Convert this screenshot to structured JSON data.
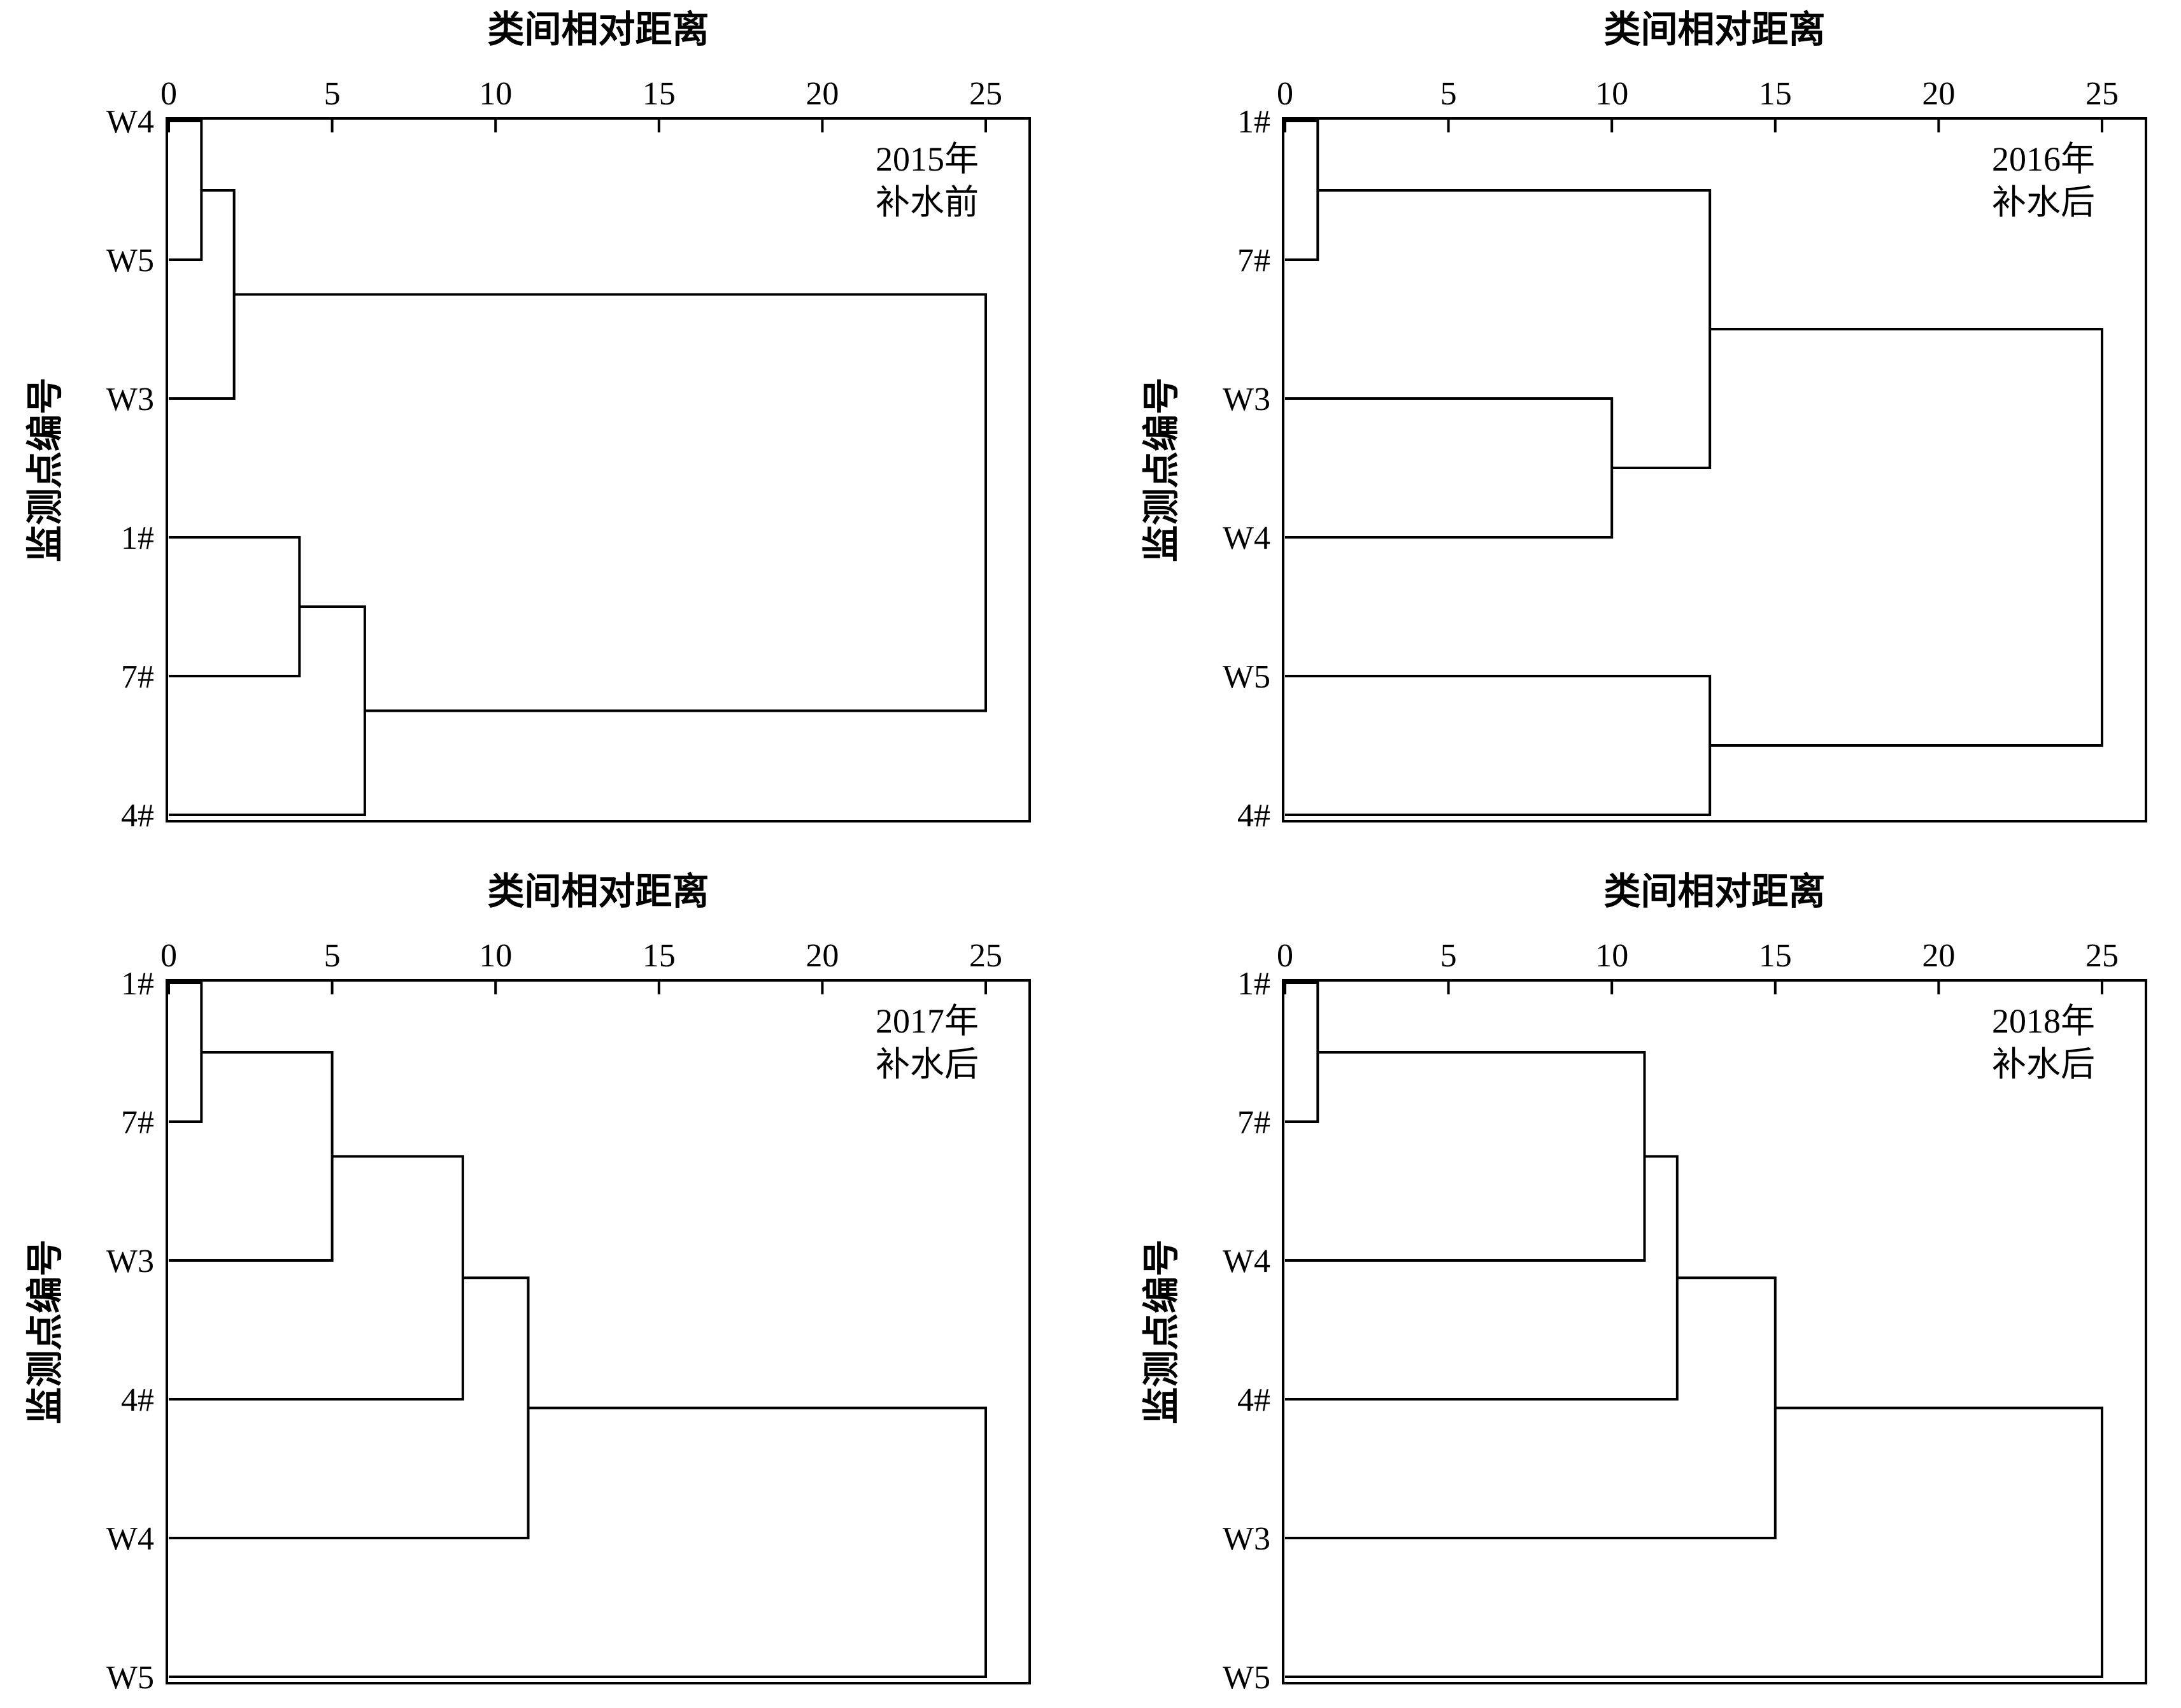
{
  "chart_data": [
    {
      "type": "dendrogram",
      "title": "",
      "xlabel": "类间相对距离",
      "ylabel": "监测点编号",
      "xlim": [
        0,
        25
      ],
      "xticks": [
        "0",
        "5",
        "10",
        "15",
        "20",
        "25"
      ],
      "annotation": [
        "2015年",
        "补水前"
      ],
      "leaves": [
        "W4",
        "W5",
        "W3",
        "1#",
        "7#",
        "4#"
      ],
      "merges": [
        {
          "a": "W4",
          "b": "W5",
          "distance": 1
        },
        {
          "a": "W4+W5",
          "b": "W3",
          "distance": 2
        },
        {
          "a": "1#",
          "b": "7#",
          "distance": 4
        },
        {
          "a": "1#+7#",
          "b": "4#",
          "distance": 6
        },
        {
          "a": "W4+W5+W3",
          "b": "1#+7#+4#",
          "distance": 25
        }
      ]
    },
    {
      "type": "dendrogram",
      "title": "",
      "xlabel": "类间相对距离",
      "ylabel": "监测点编号",
      "xlim": [
        0,
        25
      ],
      "xticks": [
        "0",
        "5",
        "10",
        "15",
        "20",
        "25"
      ],
      "annotation": [
        "2016年",
        "补水后"
      ],
      "leaves": [
        "1#",
        "7#",
        "W3",
        "W4",
        "W5",
        "4#"
      ],
      "merges": [
        {
          "a": "1#",
          "b": "7#",
          "distance": 1
        },
        {
          "a": "W3",
          "b": "W4",
          "distance": 10
        },
        {
          "a": "1#+7#",
          "b": "W3+W4",
          "distance": 13
        },
        {
          "a": "W5",
          "b": "4#",
          "distance": 13
        },
        {
          "a": "1#+7#+W3+W4",
          "b": "W5+4#",
          "distance": 25
        }
      ]
    },
    {
      "type": "dendrogram",
      "title": "",
      "xlabel": "类间相对距离",
      "ylabel": "监测点编号",
      "xlim": [
        0,
        25
      ],
      "xticks": [
        "0",
        "5",
        "10",
        "15",
        "20",
        "25"
      ],
      "annotation": [
        "2017年",
        "补水后"
      ],
      "leaves": [
        "1#",
        "7#",
        "W3",
        "4#",
        "W4",
        "W5"
      ],
      "merges": [
        {
          "a": "1#",
          "b": "7#",
          "distance": 1
        },
        {
          "a": "1#+7#",
          "b": "W3",
          "distance": 5
        },
        {
          "a": "1#+7#+W3",
          "b": "4#",
          "distance": 9
        },
        {
          "a": "1#+7#+W3+4#",
          "b": "W4",
          "distance": 11
        },
        {
          "a": "1#+7#+W3+4#+W4",
          "b": "W5",
          "distance": 25
        }
      ]
    },
    {
      "type": "dendrogram",
      "title": "",
      "xlabel": "类间相对距离",
      "ylabel": "监测点编号",
      "xlim": [
        0,
        25
      ],
      "xticks": [
        "0",
        "5",
        "10",
        "15",
        "20",
        "25"
      ],
      "annotation": [
        "2018年",
        "补水后"
      ],
      "leaves": [
        "1#",
        "7#",
        "W4",
        "4#",
        "W3",
        "W5"
      ],
      "merges": [
        {
          "a": "1#",
          "b": "7#",
          "distance": 1
        },
        {
          "a": "1#+7#",
          "b": "W4",
          "distance": 11
        },
        {
          "a": "1#+7#+W4",
          "b": "4#",
          "distance": 12
        },
        {
          "a": "1#+7#+W4+4#",
          "b": "W3",
          "distance": 15
        },
        {
          "a": "1#+7#+W4+4#+W3",
          "b": "W5",
          "distance": 25
        }
      ]
    }
  ]
}
